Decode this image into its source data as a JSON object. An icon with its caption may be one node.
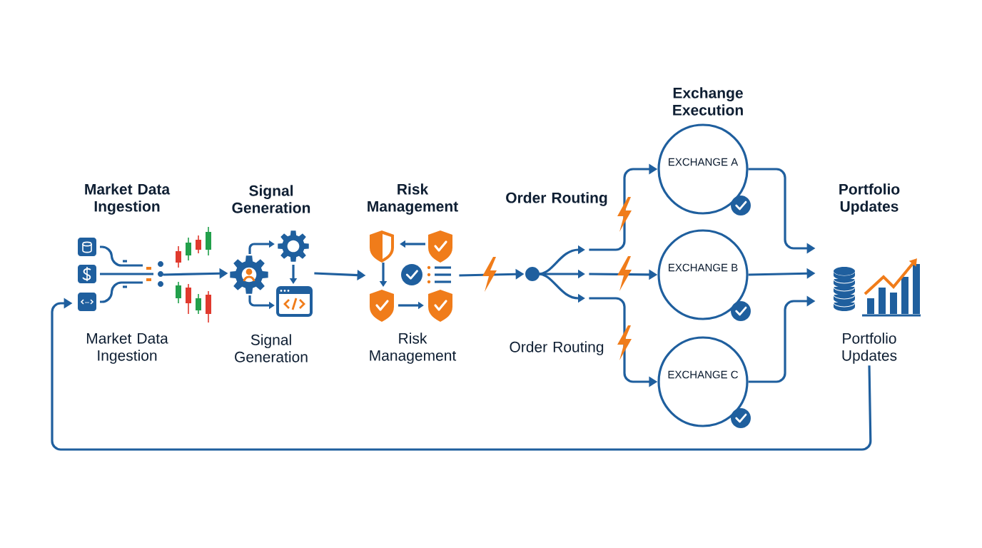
{
  "diagram": {
    "nodes": [
      {
        "text": [
          "Market Data Ingestion"
        ],
        "beside": [
          "Market Data Ingestion"
        ]
      },
      {
        "text": [
          "Signal Generation"
        ],
        "beside": [
          "Signal Generation"
        ]
      },
      {
        "text": [
          "Risk Management"
        ],
        "beside": [
          "Risk Management"
        ]
      },
      {
        "text": [
          "Order Routing"
        ],
        "beside": [
          "Order Routing"
        ]
      },
      {
        "text": [
          "EXCHANGE A"
        ]
      },
      {
        "text": [
          "EXCHANGE B"
        ]
      },
      {
        "text": [
          "EXCHANGE C"
        ]
      },
      {
        "text": [
          "Portfolio Updates"
        ],
        "beside": [
          "Portfolio Updates"
        ]
      }
    ],
    "edges": [
      {
        "from": 0,
        "to": 1,
        "arrow": "to"
      },
      {
        "from": 1,
        "to": 2,
        "arrow": "to"
      },
      {
        "from": 2,
        "to": 3,
        "arrow": "to"
      },
      {
        "from": 3,
        "to": 4,
        "arrow": "to"
      },
      {
        "from": 3,
        "to": 5,
        "arrow": "to"
      },
      {
        "from": 3,
        "to": 6,
        "arrow": "to"
      },
      {
        "from": 4,
        "to": 7,
        "arrow": "to"
      },
      {
        "from": 5,
        "to": 7,
        "arrow": "to"
      },
      {
        "from": 6,
        "to": 7,
        "arrow": "to"
      },
      {
        "from": 7,
        "to": 0,
        "arrow": "to"
      }
    ],
    "labels": [
      "Exchange Execution"
    ]
  }
}
